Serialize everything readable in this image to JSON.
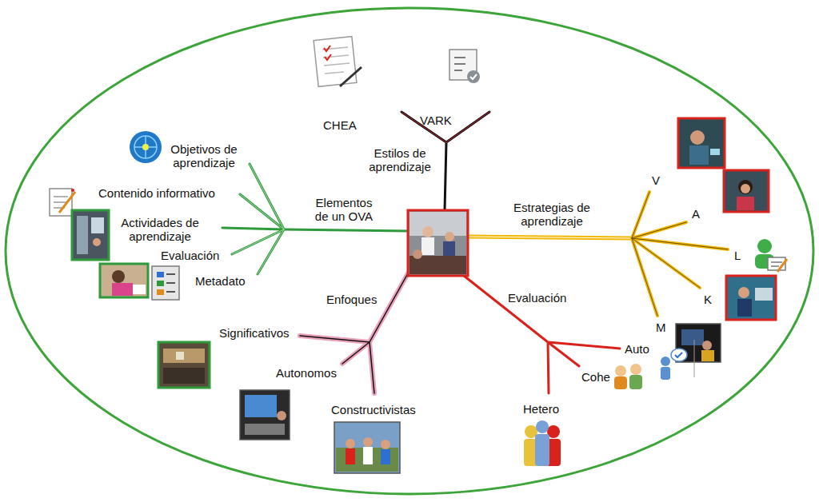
{
  "diagram": {
    "labels": [
      "CHEA",
      "VARK",
      "Estilos de aprendizaje",
      "Objetivos de aprendizaje",
      "Contenido informativo",
      "Elementos de un OVA",
      "Actividades de aprendizaje",
      "Estrategias de aprendizaje",
      "V",
      "A",
      "L",
      "Evaluación",
      "K",
      "Metadato",
      "Enfoques",
      "Evaluación",
      "M",
      "Significativos",
      "Auto",
      "Cohe",
      "Autonomos",
      "Constructivistas",
      "Hetero"
    ]
  }
}
